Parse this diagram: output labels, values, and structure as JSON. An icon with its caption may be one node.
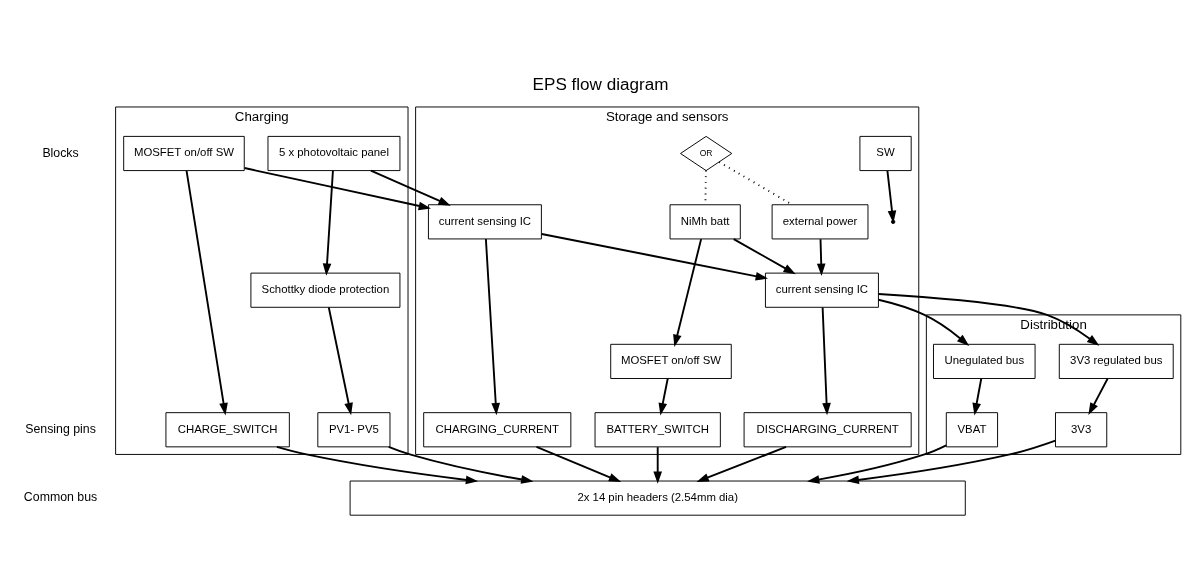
{
  "diagram": {
    "title": "EPS flow diagram",
    "nodes": [
      {
        "text": [
          "Charging"
        ]
      },
      {
        "text": [
          "5 x photovoltaic panel"
        ],
        "in": 0
      },
      {
        "text": [
          "Schottky diode protection"
        ],
        "in": 0
      },
      {
        "text": [
          "MOSFET on/off SW"
        ],
        "in": 0
      },
      {
        "text": [
          "PV1- PV5"
        ],
        "in": 0
      },
      {
        "text": [
          "CHARGE_SWITCH"
        ],
        "in": 0
      },
      {
        "text": [
          "Storage and sensors"
        ]
      },
      {
        "text": [
          "current sensing IC"
        ],
        "in": 6
      },
      {
        "text": [
          "SW"
        ],
        "in": 6
      },
      {
        "text": [
          "OR"
        ],
        "in": 6
      },
      {
        "text": [
          "NiMh batt"
        ],
        "in": 6
      },
      {
        "text": [
          "external power"
        ],
        "in": 6
      },
      {
        "text": [
          "MOSFET on/off SW"
        ],
        "in": 6
      },
      {
        "text": [
          "current sensing IC"
        ],
        "in": 6
      },
      {
        "text": [
          "CHARGING_CURRENT"
        ],
        "in": 6
      },
      {
        "text": [
          "BATTERY_SWITCH"
        ],
        "in": 6
      },
      {
        "text": [
          "DISCHARGING_CURRENT"
        ],
        "in": 6
      },
      {
        "text": [
          "Distribution"
        ]
      },
      {
        "text": [
          "3V3 regulated bus"
        ],
        "in": 17
      },
      {
        "text": [
          "Unegulated bus"
        ],
        "in": 17
      },
      {
        "text": [
          "VBAT"
        ],
        "in": 17
      },
      {
        "text": [
          "3V3"
        ],
        "in": 17
      },
      {
        "text": [
          "2x 14 pin headers (2.54mm dia)"
        ]
      }
    ],
    "edges": [
      {
        "from": 1,
        "to": 7,
        "arrow": "to"
      },
      {
        "from": 1,
        "to": 2,
        "arrow": "to"
      },
      {
        "from": 3,
        "to": 7,
        "arrow": "to"
      },
      {
        "from": 3,
        "to": 5,
        "arrow": "to"
      },
      {
        "from": 2,
        "to": 4,
        "arrow": "to"
      },
      {
        "from": 7,
        "to": 14,
        "arrow": "to"
      },
      {
        "from": 7,
        "to": 13,
        "arrow": "to"
      },
      {
        "from": 8,
        "to": null,
        "arrow": "to"
      },
      {
        "from": 9,
        "to": 10,
        "arrow": "none",
        "style": "dashed"
      },
      {
        "from": 9,
        "to": 11,
        "arrow": "none",
        "style": "dashed"
      },
      {
        "from": 10,
        "to": 13,
        "arrow": "to"
      },
      {
        "from": 10,
        "to": 12,
        "arrow": "to"
      },
      {
        "from": 11,
        "to": 13,
        "arrow": "to"
      },
      {
        "from": 12,
        "to": 15,
        "arrow": "to"
      },
      {
        "from": 13,
        "to": 16,
        "arrow": "to"
      },
      {
        "from": 13,
        "to": 18,
        "arrow": "to"
      },
      {
        "from": 13,
        "to": 19,
        "arrow": "to"
      },
      {
        "from": 18,
        "to": 21,
        "arrow": "to"
      },
      {
        "from": 19,
        "to": 20,
        "arrow": "to"
      },
      {
        "from": 4,
        "to": 22,
        "arrow": "to"
      },
      {
        "from": 5,
        "to": 22,
        "arrow": "to"
      },
      {
        "from": 14,
        "to": 22,
        "arrow": "to"
      },
      {
        "from": 15,
        "to": 22,
        "arrow": "to"
      },
      {
        "from": 16,
        "to": 22,
        "arrow": "to"
      },
      {
        "from": 20,
        "to": 22,
        "arrow": "to"
      },
      {
        "from": 21,
        "to": 22,
        "arrow": "to"
      }
    ],
    "labels": [
      "Blocks",
      "Sensing pins",
      "Common bus"
    ]
  }
}
